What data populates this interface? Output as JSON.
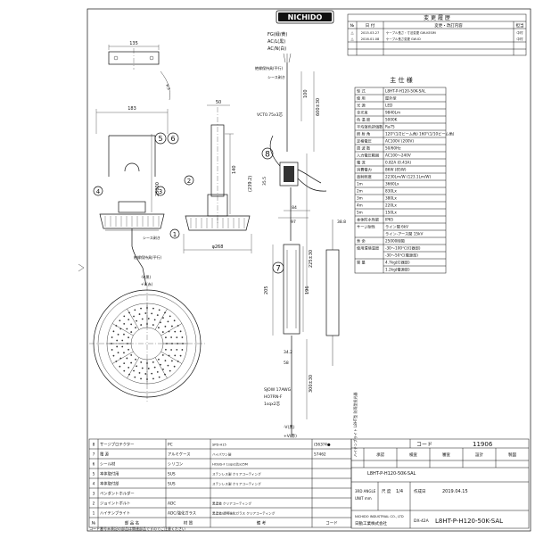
{
  "logo": "NICHIDO",
  "revision": {
    "title": "変 更 履 歴",
    "headers": [
      "№",
      "日 付",
      "変更・改訂内容",
      "担当"
    ],
    "rows": [
      [
        "△",
        "2015.03.27",
        "ケーブル長さ・寸法変更 GW-KESIM",
        "中村"
      ],
      [
        "△",
        "2016.01.08",
        "ケーブル長さ変更 GW-ID",
        "中村"
      ]
    ]
  },
  "spec": {
    "title": "主 仕 様",
    "rows": [
      [
        "型 式",
        "L8HT-P-H120-50K-SAL"
      ],
      [
        "使 用",
        "屋外型"
      ],
      [
        "光 源",
        "LED"
      ],
      [
        "全光束",
        "9840Lm"
      ],
      [
        "色 温 度",
        "5000K"
      ],
      [
        "平均演色評価数",
        "Ra75"
      ],
      [
        "照 射 角",
        "120°(1/2ビーム角) 160°(1/10ビーム角)"
      ],
      [
        "定格電圧",
        "AC100V (200V)"
      ],
      [
        "周 波 数",
        "50/60Hz"
      ],
      [
        "入力電圧範囲",
        "AC100〜240V"
      ],
      [
        "電 流",
        "0.82A (0.43A)"
      ],
      [
        "消費電力",
        "86W (85W)"
      ],
      [
        "直射照度",
        "2230Lm/W (123.1Lm/W)"
      ],
      [
        "1m",
        "3660Lx"
      ],
      [
        "2m",
        "830Lx"
      ],
      [
        "3m",
        "380Lx"
      ],
      [
        "4m",
        "220Lx"
      ],
      [
        "5m",
        "150Lx"
      ],
      [
        "本体防水性能",
        "IP65"
      ],
      [
        "サージ耐性",
        "ライン間 6kV"
      ],
      [
        "",
        "ライン-アース間 15kV"
      ],
      [
        "寿 命",
        "25000時間"
      ],
      [
        "使用環境温度",
        "-30〜100℃(灯器部)"
      ],
      [
        "",
        "-30〜50℃(電源部)"
      ],
      [
        "質 量",
        "4.7kg(灯器部)"
      ],
      [
        "",
        "1.2kg(電源部)"
      ]
    ]
  },
  "parts": {
    "rows": [
      [
        "8",
        "サージプロテクター",
        "PC",
        "SPD-H15",
        "(563?4●"
      ],
      [
        "7",
        "電 源",
        "アルミケース",
        "ハイパワン製",
        "57462"
      ],
      [
        "6",
        "シール材",
        "シリコン",
        "HOSIS-F 1sqx2芯x25M",
        ""
      ],
      [
        "5",
        "本体取付用",
        "SUS",
        "ステンレス製 クリアコーティング",
        ""
      ],
      [
        "4",
        "本体取付部",
        "SUS",
        "ステンレス製 クリアコーティング",
        ""
      ],
      [
        "3",
        "ペンダントホルダー",
        "",
        "",
        ""
      ],
      [
        "2",
        "ジョイントボルト",
        "ADC",
        "黒塗装 クリアコーティング",
        ""
      ],
      [
        "1",
        "ハイテンブライト",
        "ADC/強化ガラス",
        "黒塗装/透明強化ガラス クリアコーティング",
        ""
      ]
    ],
    "headers": [
      "№",
      "部 品 名",
      "材 質",
      "備 考",
      "コード"
    ],
    "note": "コード番号未表記の部品は関連部品ですのでご注意ください"
  },
  "title_block": {
    "code_label": "コード",
    "code": "11906",
    "approve_headers": [
      "承認",
      "検査",
      "審査",
      "設計",
      "製図"
    ],
    "product": "ハイテンブライト L8HT型 防雨型投光器",
    "model": "L8HT-P-H120-50K-SAL",
    "scale_label": "尺 度",
    "scale": "1/4",
    "date_label": "作成日",
    "date": "2019.04.15",
    "company_en": "NICHIDO INDUSTRIAL CO., LTD",
    "company_jp": "日動工業株式会社",
    "drawing_no_label": "DX-42A",
    "drawing_no": "L8HT-P-H120-50K-SAL",
    "angle_label": "3RD ANGLE",
    "unit_label": "UNIT mm"
  },
  "labels": {
    "ac_fg": "FG(緑/黄)",
    "ac_w": "AC/L(黒)",
    "ac_n": "AC/N(白)",
    "insul": "絶縁保持具(平行)",
    "shield": "シース剥き",
    "vct": "VCT0.75x3芯",
    "shield2": "シース剥き",
    "insul2": "絶縁保持具(平行)",
    "minus_v": "-V(黒)",
    "plus_v": "+V(赤)",
    "cable1": "SJOW 17AWG",
    "cable2": "HO7RN-F",
    "cable3": "1sqx2芯",
    "minus_v2": "-V(黒)",
    "plus_v2": "+V(赤)"
  },
  "dims": {
    "d135": "135",
    "d183": "183",
    "d50": "50",
    "d140": "140",
    "d25000": "25000",
    "d268": "φ268",
    "d239": "(239.2)",
    "d100": "100",
    "d600": "600±30",
    "d355": "35.5",
    "d84": "84",
    "d97": "97",
    "d388": "38.8",
    "d225": "225±30",
    "d205": "205",
    "d196": "196",
    "d342": "34.2",
    "d58": "58",
    "d300": "300±30"
  },
  "balloons": [
    "1",
    "2",
    "3",
    "4",
    "5",
    "6",
    "7",
    "8"
  ]
}
